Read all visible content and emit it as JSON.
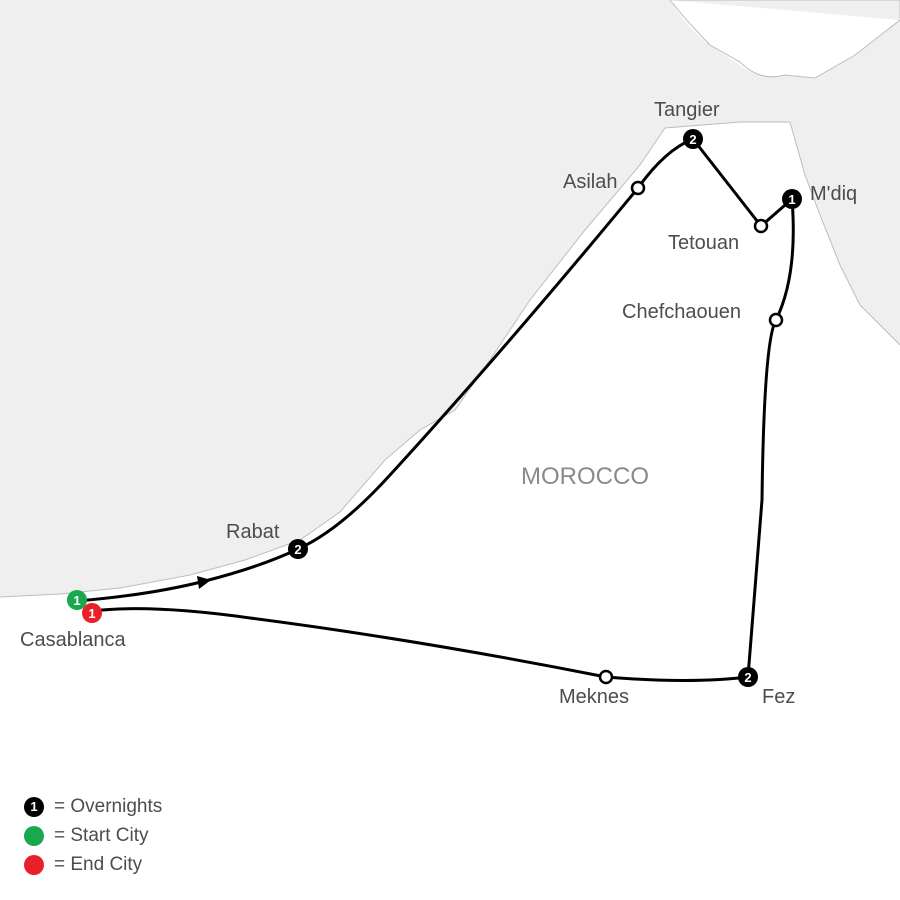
{
  "country": "MOROCCO",
  "colors": {
    "land_background": "#efefef",
    "route": "#000000",
    "start": "#1aa84f",
    "end": "#e8202a",
    "overnight": "#000000",
    "text": "#4d4d4d"
  },
  "cities": {
    "casablanca": "Casablanca",
    "rabat": "Rabat",
    "asilah": "Asilah",
    "tangier": "Tangier",
    "tetouan": "Tetouan",
    "mdiq": "M'diq",
    "chefchaouen": "Chefchaouen",
    "fez": "Fez",
    "meknes": "Meknes"
  },
  "overnights": {
    "casablanca_start": "1",
    "casablanca_end": "1",
    "rabat": "2",
    "tangier": "2",
    "mdiq": "1",
    "fez": "2"
  },
  "legend": {
    "overnights_marker": "1",
    "overnights": "= Overnights",
    "start": "= Start City",
    "end": "= End City"
  }
}
